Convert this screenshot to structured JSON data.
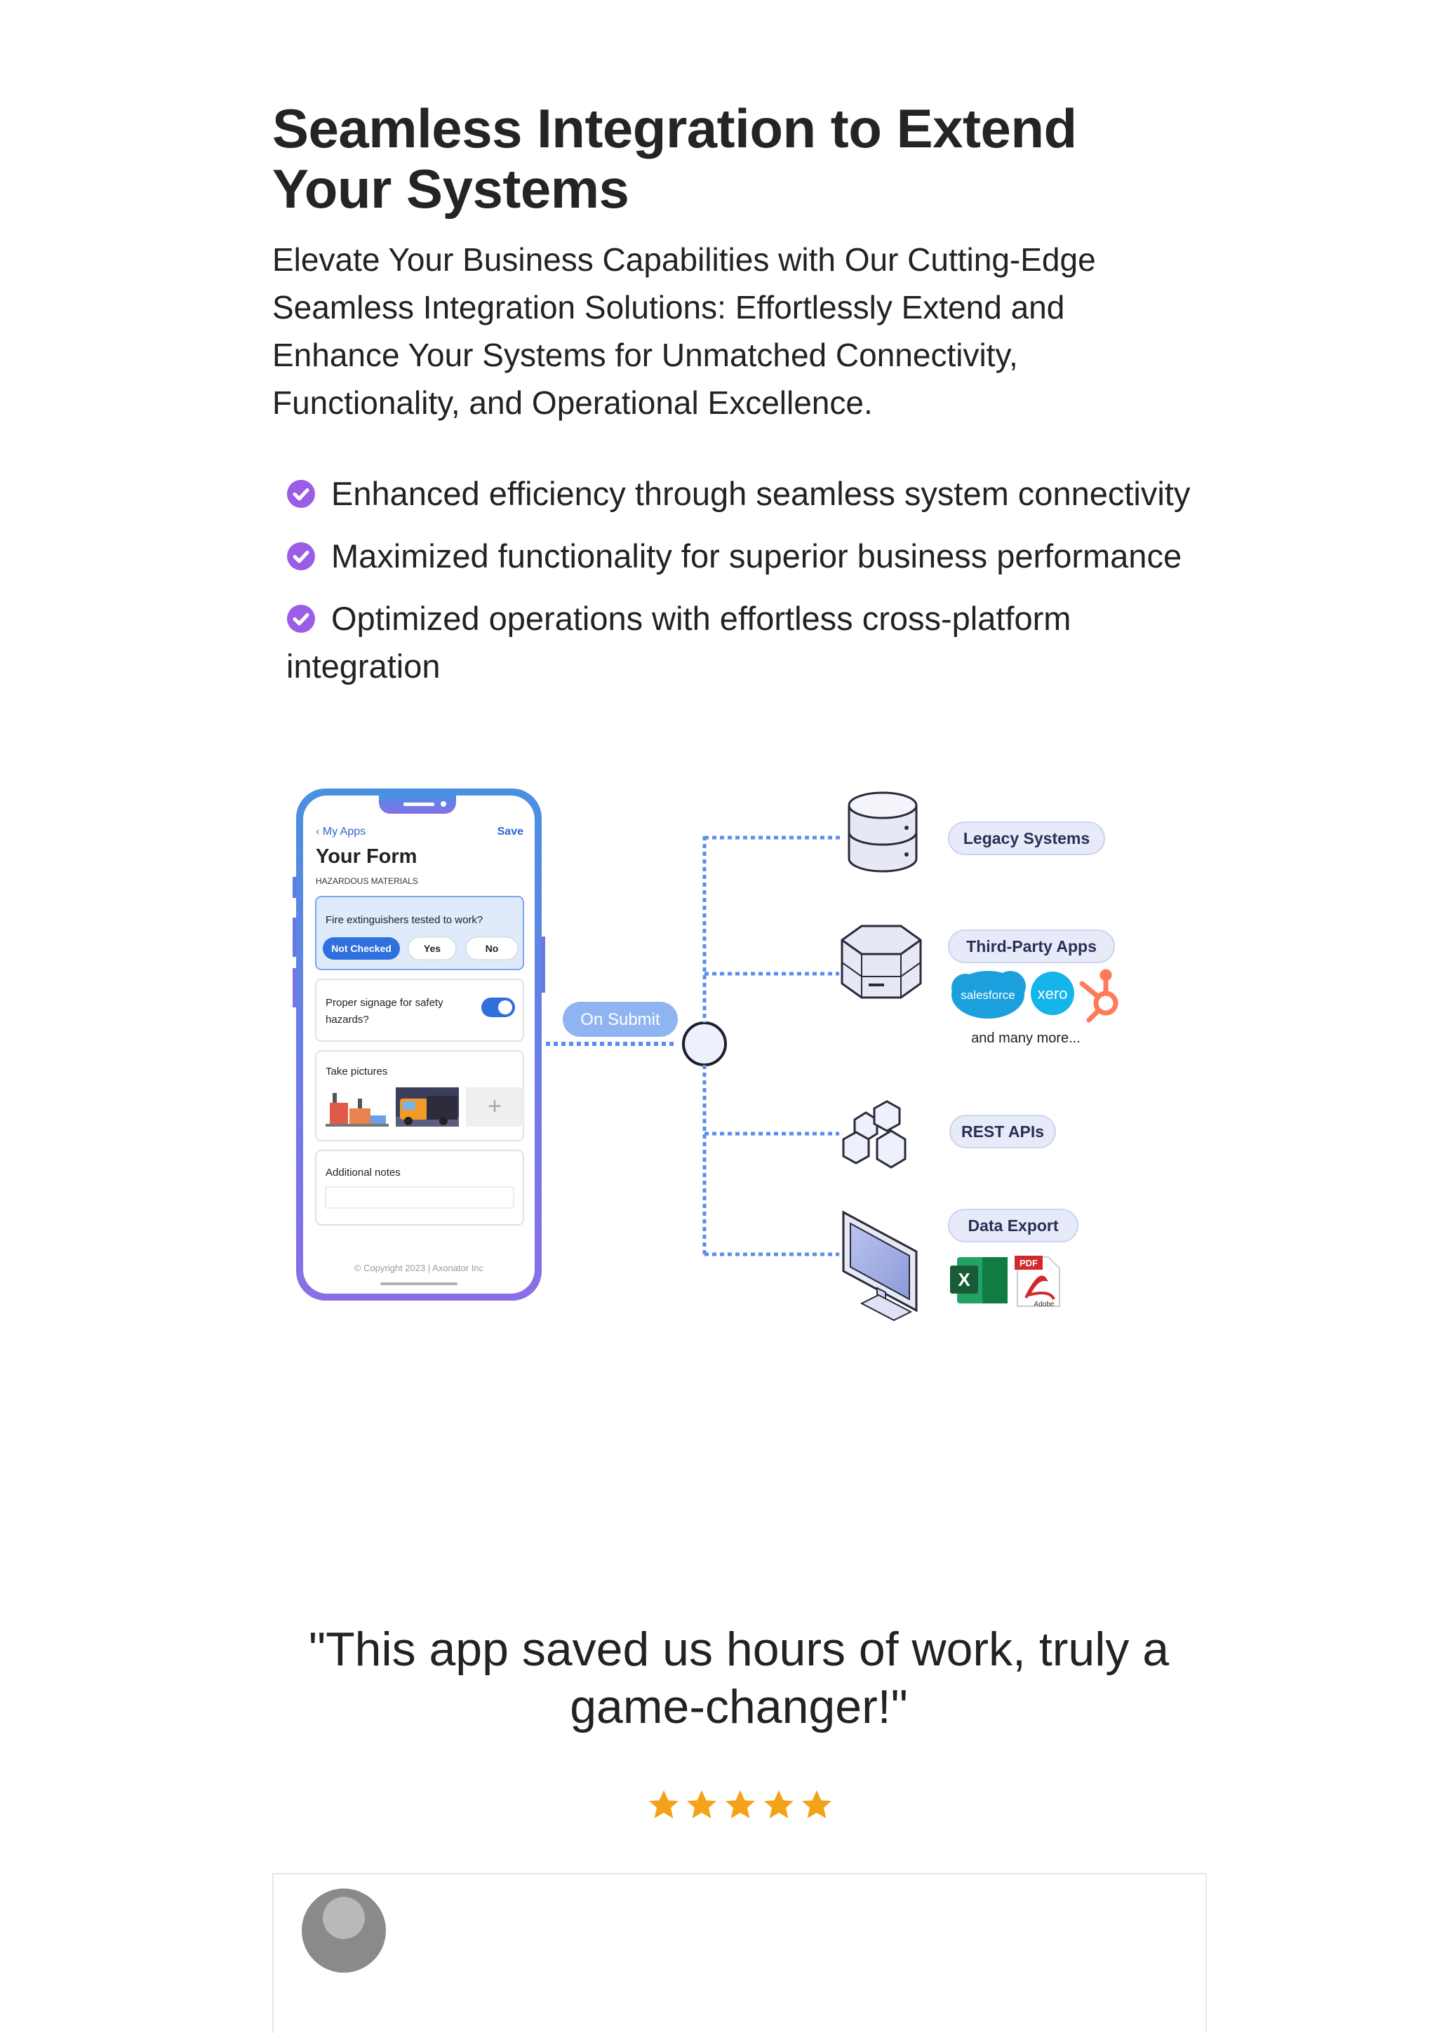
{
  "heading": {
    "title": "Seamless Integration to Extend Your Systems",
    "subtitle": "Elevate Your Business Capabilities with Our Cutting-Edge Seamless Integration Solutions: Effortlessly Extend and Enhance Your Systems for Unmatched Connectivity, Functionality, and Operational Excellence."
  },
  "benefits": [
    {
      "text": "Enhanced efficiency through seamless system connectivity"
    },
    {
      "text": "Maximized functionality for superior business performance"
    },
    {
      "text": "Optimized operations with effortless cross-platform integration"
    }
  ],
  "phone_form": {
    "back_label": "My Apps",
    "save_label": "Save",
    "form_title": "Your Form",
    "section_label": "HAZARDOUS MATERIALS",
    "question1": "Fire extinguishers tested to work?",
    "options": [
      "Not Checked",
      "Yes",
      "No"
    ],
    "selected_option": "Not Checked",
    "question2_line1": "Proper signage for safety",
    "question2_line2": "hazards?",
    "toggle_on": true,
    "pictures_label": "Take pictures",
    "add_label": "+",
    "notes_label": "Additional notes",
    "copyright": "© Copyright 2023 | Axonator Inc"
  },
  "flow": {
    "submit_label": "On Submit",
    "targets": [
      {
        "label": "Legacy Systems",
        "icon": "database-icon"
      },
      {
        "label": "Third-Party Apps",
        "icon": "server-icon"
      },
      {
        "label": "REST APIs",
        "icon": "hexagon-cluster-icon"
      },
      {
        "label": "Data Export",
        "icon": "monitor-icon"
      }
    ],
    "app_logos": [
      "salesforce",
      "xero",
      "hubspot"
    ],
    "more_label": "and many more...",
    "export_formats": [
      "X",
      "PDF",
      "Adobe"
    ]
  },
  "testimonial": {
    "quote": "\"This app saved us hours of work, truly a game-changer!\"",
    "rating": 5
  },
  "colors": {
    "check_purple": "#9b5de5",
    "phone_gradient_top": "#4a90e2",
    "phone_gradient_bottom": "#8a6ee8",
    "flow_blue": "#5b8def",
    "star": "#f5a21b",
    "salesforce": "#1ba0dd",
    "xero": "#13b5ea",
    "hubspot": "#ff7a59"
  }
}
